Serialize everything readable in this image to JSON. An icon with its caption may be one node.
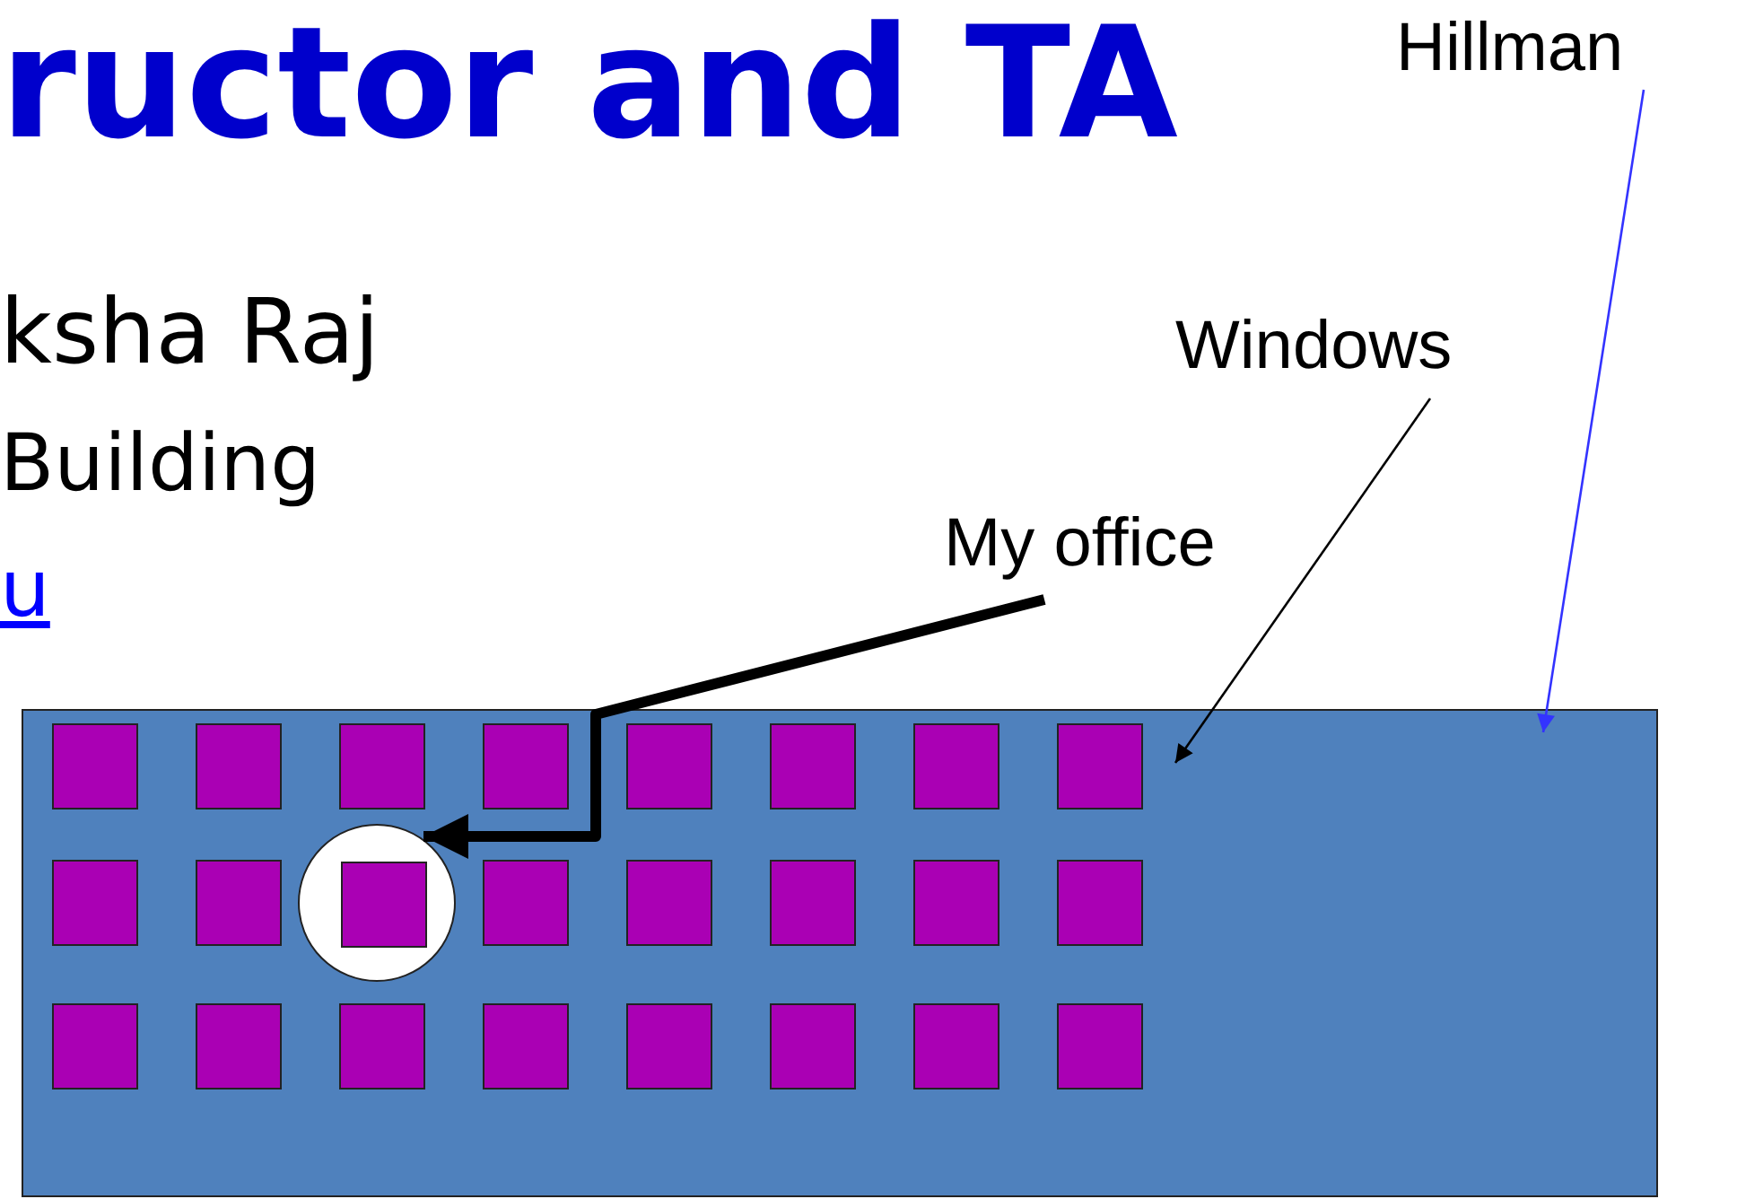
{
  "diagram": {
    "title": "ructor and TA",
    "nodes": [
      {
        "text": [],
        "shape": "box"
      },
      {
        "text": [],
        "shape": "box",
        "in": 0
      },
      {
        "text": [],
        "shape": "box",
        "in": 0
      },
      {
        "text": [],
        "shape": "box",
        "in": 0
      },
      {
        "text": [],
        "shape": "box",
        "in": 0
      },
      {
        "text": [],
        "shape": "box",
        "in": 0
      },
      {
        "text": [],
        "shape": "box",
        "in": 0
      },
      {
        "text": [],
        "shape": "box",
        "in": 0
      },
      {
        "text": [],
        "shape": "box",
        "in": 0
      },
      {
        "text": [],
        "shape": "box",
        "in": 0
      },
      {
        "text": [],
        "shape": "box",
        "in": 0
      },
      {
        "text": [],
        "shape": "circle",
        "in": 0
      },
      {
        "text": [],
        "shape": "box",
        "in": 11
      },
      {
        "text": [],
        "shape": "box",
        "in": 0
      },
      {
        "text": [],
        "shape": "box",
        "in": 0
      },
      {
        "text": [],
        "shape": "box",
        "in": 0
      },
      {
        "text": [],
        "shape": "box",
        "in": 0
      },
      {
        "text": [],
        "shape": "box",
        "in": 0
      },
      {
        "text": [],
        "shape": "box",
        "in": 0
      },
      {
        "text": [],
        "shape": "box",
        "in": 0
      },
      {
        "text": [],
        "shape": "box",
        "in": 0
      },
      {
        "text": [],
        "shape": "box",
        "in": 0
      },
      {
        "text": [],
        "shape": "box",
        "in": 0
      },
      {
        "text": [],
        "shape": "box",
        "in": 0
      },
      {
        "text": [],
        "shape": "box",
        "in": 0
      },
      {
        "text": [],
        "shape": "box",
        "in": 0
      },
      {
        "text": [
          "Hillman"
        ]
      },
      {
        "text": [
          "Windows"
        ]
      },
      {
        "text": [
          "My office"
        ]
      }
    ],
    "edges": [
      {
        "from": 26,
        "to": 0,
        "arrow": "to",
        "color": "#3333ff"
      },
      {
        "from": 27,
        "to": 0,
        "arrow": "to"
      },
      {
        "from": 28,
        "to": 11,
        "arrow": "to",
        "style": "thick"
      }
    ],
    "labels": [
      "ksha Raj",
      "Building",
      "u"
    ]
  }
}
